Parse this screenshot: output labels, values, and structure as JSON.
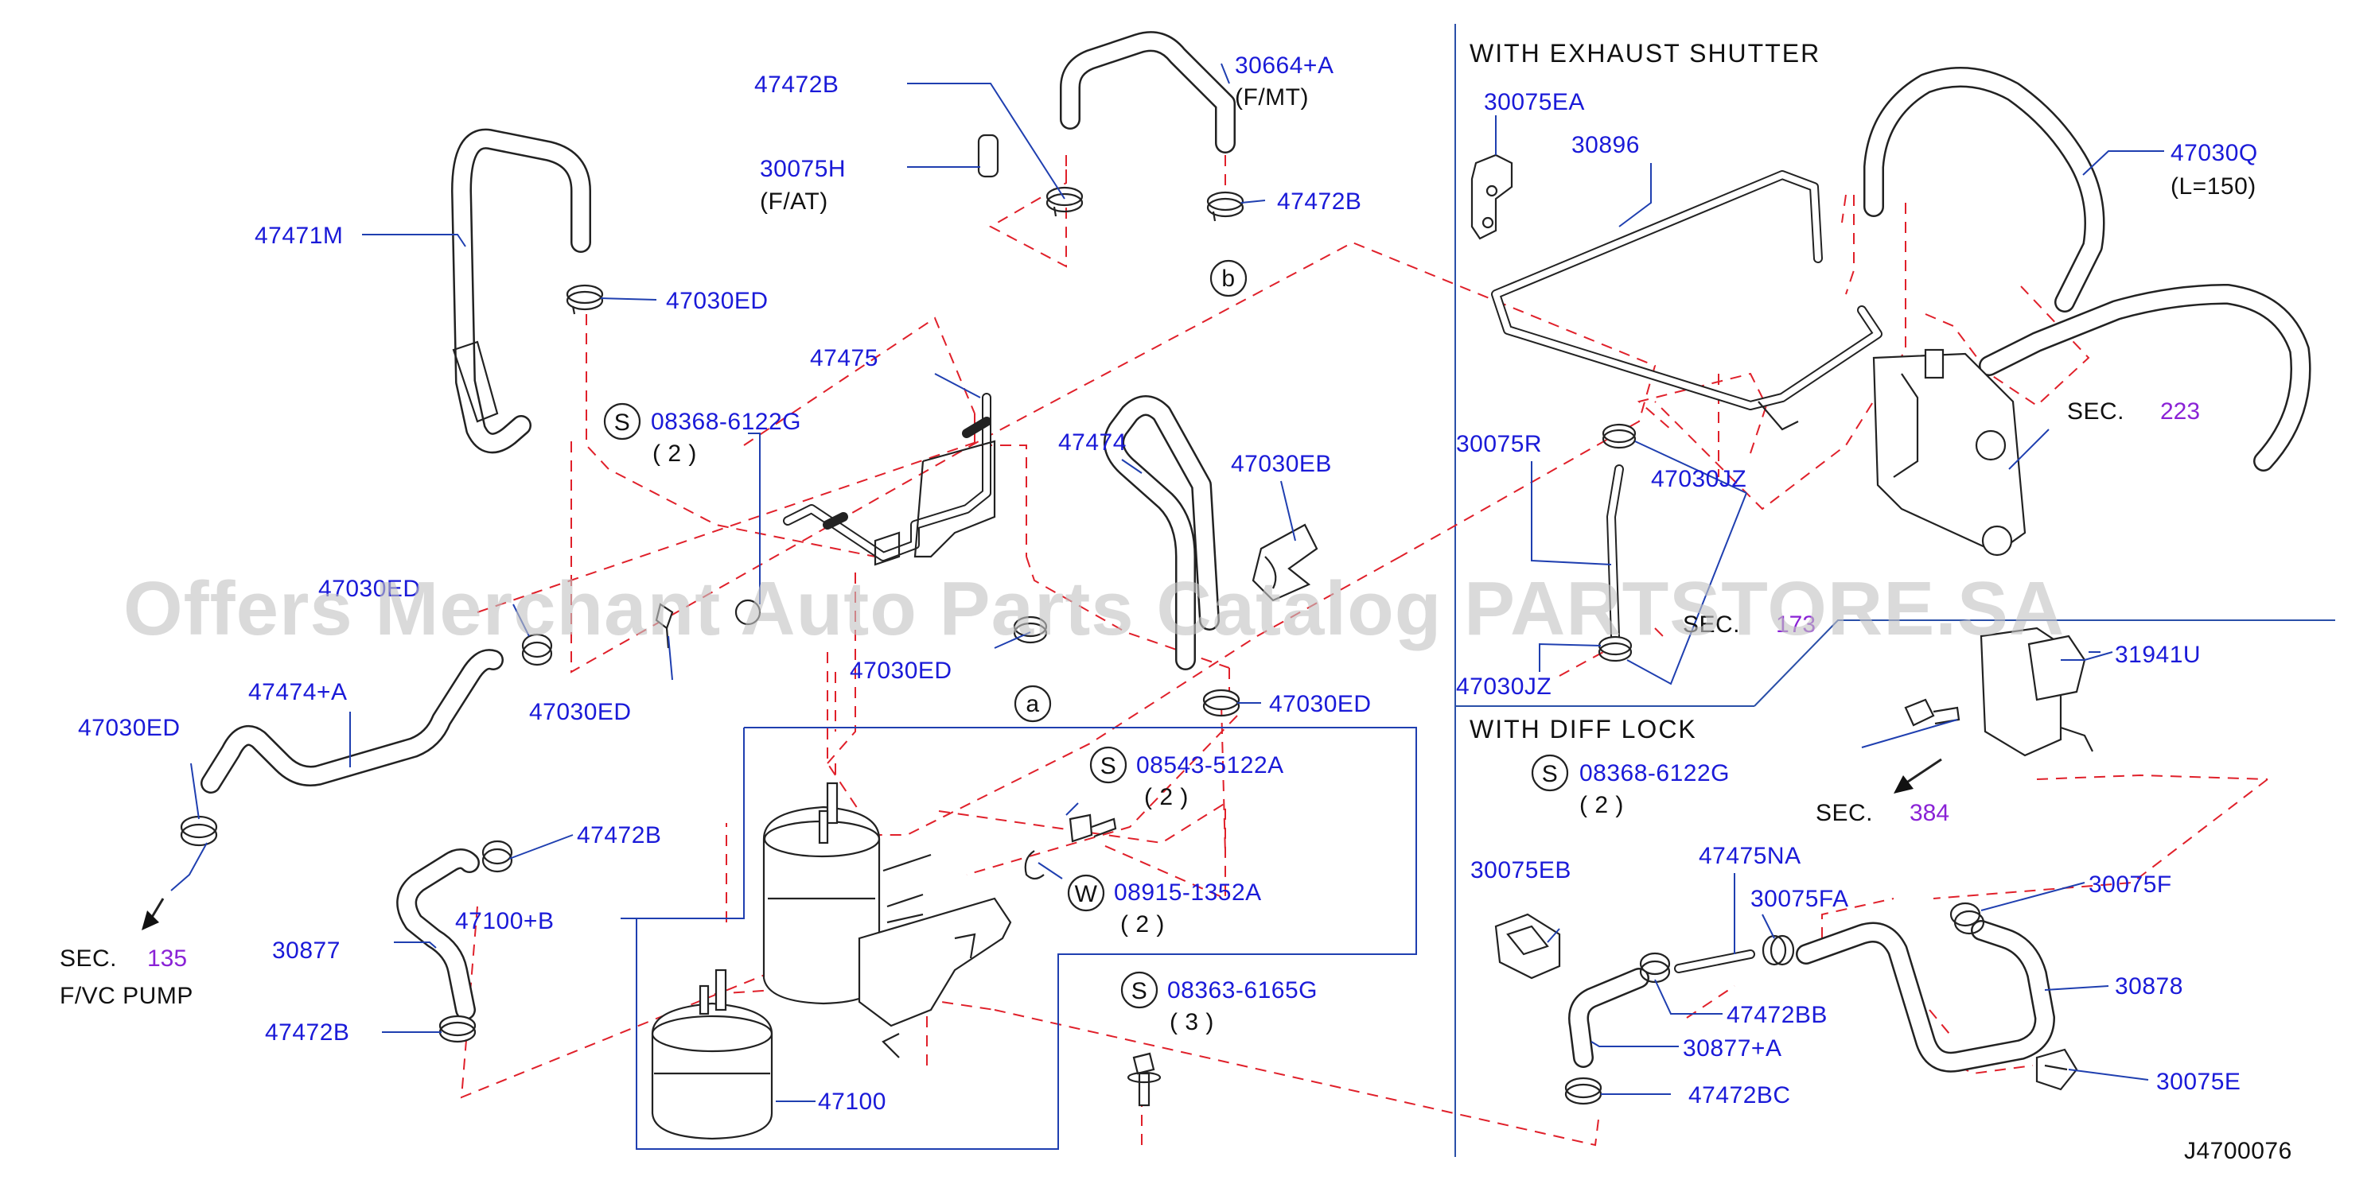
{
  "diagram": {
    "drawing_number": "J4700076",
    "watermark": "Offers Merchant Auto Parts Catalog PARTSTORE.SA",
    "headers": {
      "exhaust_shutter": "WITH  EXHAUST  SHUTTER",
      "diff_lock": "WITH  DIFF  LOCK"
    },
    "part_labels": {
      "p47472B_top": "47472B",
      "p30664A": "30664+A",
      "p30664A_note": "(F/MT)",
      "p30075H": "30075H",
      "p30075H_note": "(F/AT)",
      "p47472B_right": "47472B",
      "p47471M": "47471M",
      "p47030ED_upper": "47030ED",
      "p47475": "47475",
      "p08368_top": "08368-6122G",
      "p08368_top_qty": "( 2 )",
      "p47474": "47474",
      "p47030EB": "47030EB",
      "p47030ED_left_obscured": "47030ED",
      "p47030ED_mid": "47030ED",
      "p47030ED_center": "47030ED",
      "p47474A": "47474+A",
      "p47030ED_left": "47030ED",
      "p47030ED_right": "47030ED",
      "p08543": "08543-5122A",
      "p08543_qty": "( 2 )",
      "p08915": "08915-1352A",
      "p08915_qty": "( 2 )",
      "p08363": "08363-6165G",
      "p08363_qty": "( 3 )",
      "p47472B_mid": "47472B",
      "p47100B": "47100+B",
      "p30877": "30877",
      "p47472B_bottom": "47472B",
      "p47100": "47100",
      "p30075EA": "30075EA",
      "p30896": "30896",
      "p47030Q": "47030Q",
      "p47030Q_note": "(L=150)",
      "p30075R": "30075R",
      "p47030JZ_upper": "47030JZ",
      "p47030JZ_lower": "47030JZ",
      "p31941U": "31941U",
      "p08368_diff": "08368-6122G",
      "p08368_diff_qty": "( 2 )",
      "p30075EB": "30075EB",
      "p47475NA": "47475NA",
      "p30075FA": "30075FA",
      "p30075F": "30075F",
      "p30878": "30878",
      "p47472BB": "47472BB",
      "p30877A": "30877+A",
      "p47472BC": "47472BC",
      "p30075E": "30075E"
    },
    "section_refs": {
      "sec135_prefix": "SEC.",
      "sec135_num": "135",
      "sec135_note": "F/VC  PUMP",
      "sec223_prefix": "SEC.",
      "sec223_num": "223",
      "sec173_prefix": "SEC.",
      "sec173_num": "173",
      "sec384_prefix": "SEC.",
      "sec384_num": "384"
    },
    "callout_letters": {
      "S": "S",
      "W": "W",
      "a": "a",
      "b": "b"
    },
    "colors": {
      "label_blue": "#1a1ad8",
      "section_purple": "#8a22d6",
      "dashed_red": "#e0202a",
      "leader_blue": "#1f3fb0",
      "line_black": "#222222"
    }
  }
}
